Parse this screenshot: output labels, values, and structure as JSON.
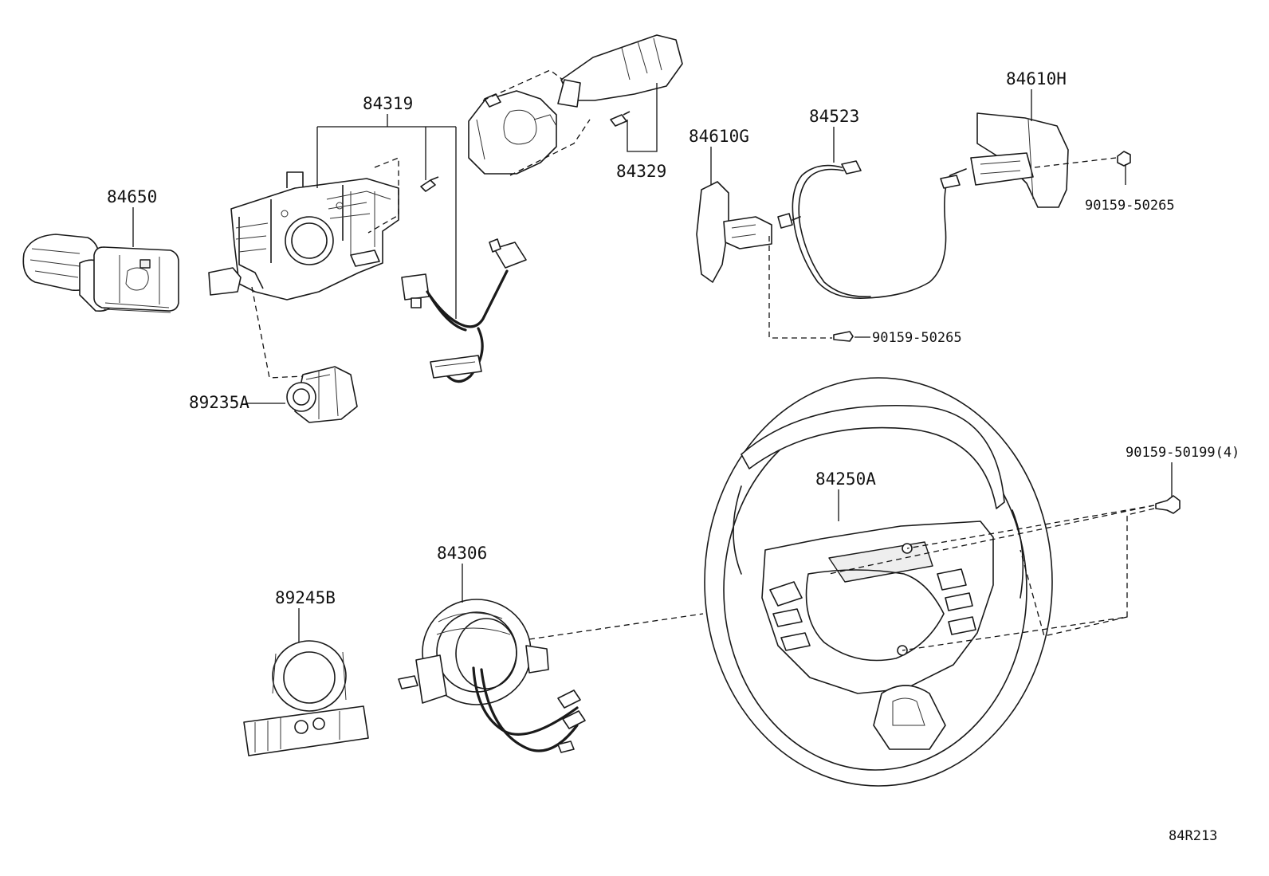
{
  "diagram": {
    "labels": {
      "p84650": "84650",
      "p84319": "84319",
      "p84329": "84329",
      "p84610G": "84610G",
      "p84523": "84523",
      "p84610H": "84610H",
      "bolt_right": "90159-50265",
      "bolt_center": "90159-50265",
      "p89235A": "89235A",
      "bolt_wheel": "90159-50199(4)",
      "p84250A": "84250A",
      "p84306": "84306",
      "p89245B": "89245B",
      "ref_code": "84R213"
    }
  }
}
